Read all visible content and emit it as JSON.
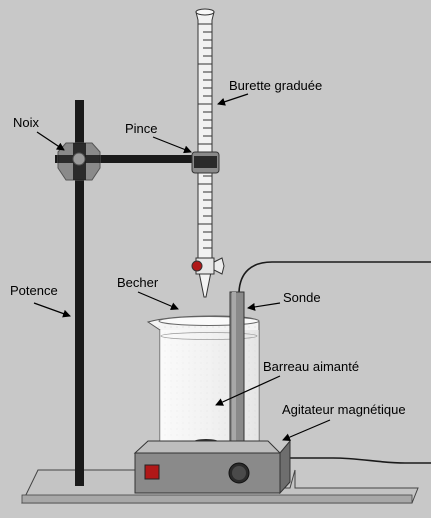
{
  "labels": {
    "noix": "Noix",
    "pince": "Pince",
    "burette": "Burette graduée",
    "potence": "Potence",
    "becher": "Becher",
    "sonde": "Sonde",
    "barreau": "Barreau aimanté",
    "agitateur": "Agitateur magnétique"
  },
  "colors": {
    "background": "#c8c8c8",
    "stand": "#1a1a1a",
    "base": "#c4c4c4",
    "stirrer_body": "#8a8a8a",
    "stirrer_top": "#bdbdbd",
    "power_button": "#b01818",
    "noix": "#8a8a8a",
    "glass": "#f2f2f2"
  }
}
